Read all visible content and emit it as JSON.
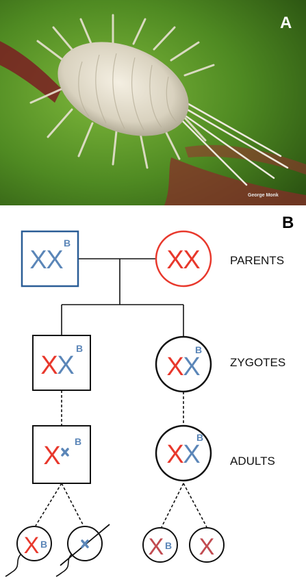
{
  "panels": {
    "a": "A",
    "b": "B"
  },
  "photo": {
    "credit": "George Monk"
  },
  "generations": {
    "parents": "PARENTS",
    "zygotes": "ZYGOTES",
    "adults": "ADULTS"
  },
  "chromosome": {
    "x_glyph": "X",
    "b_marker": "B"
  },
  "colors": {
    "paternal": "#5b86b8",
    "maternal": "#e8382c",
    "male_box": "#2a5d96",
    "female_circle": "#e8382c"
  }
}
